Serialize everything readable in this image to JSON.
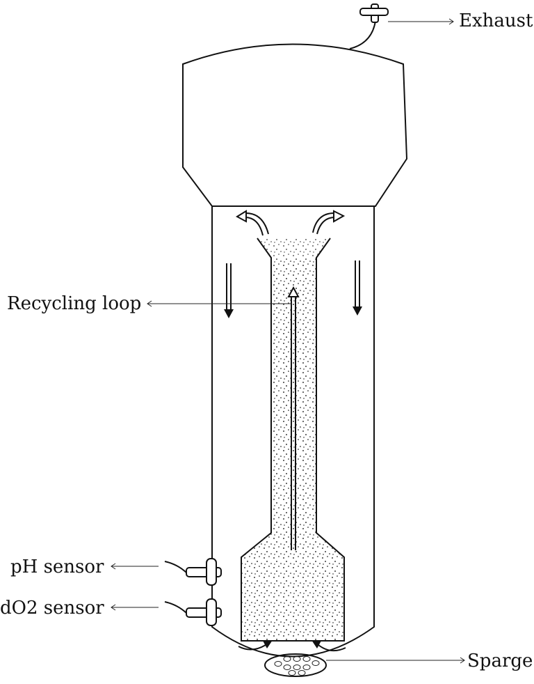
{
  "labels": {
    "exhaust": "Exhaust",
    "recycling_loop": "Recycling loop",
    "ph_sensor": "pH sensor",
    "do2_sensor": "dO2 sensor",
    "sparge": "Sparge"
  }
}
